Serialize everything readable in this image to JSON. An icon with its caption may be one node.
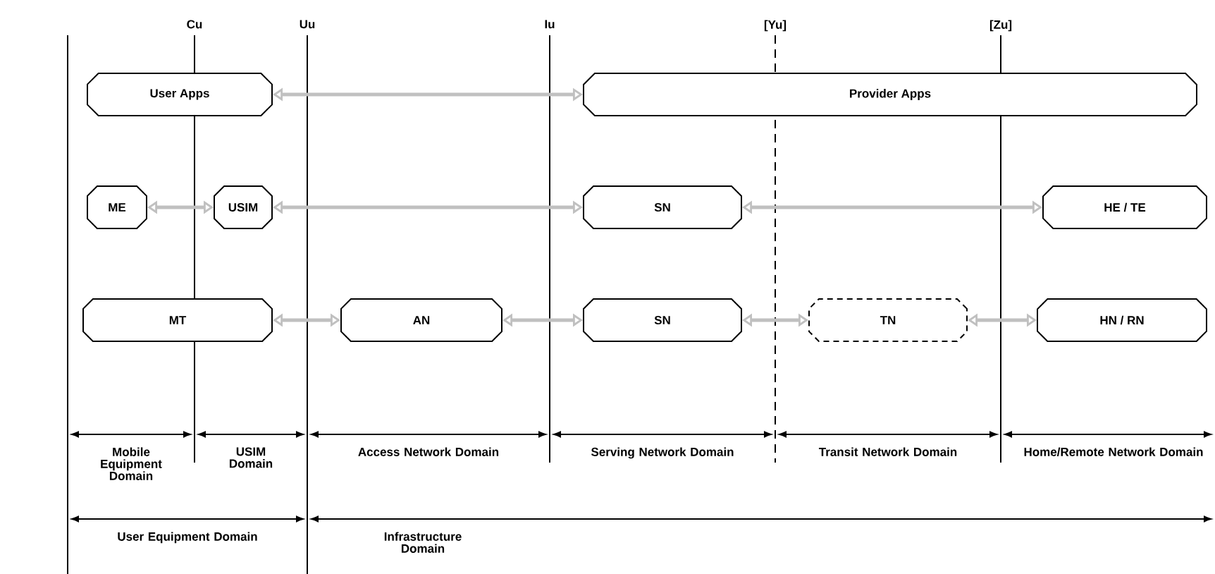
{
  "diagram": {
    "nodes": [
      {
        "text": [
          "User Apps"
        ]
      },
      {
        "text": [
          "Provider Apps"
        ]
      },
      {
        "text": [
          "ME"
        ]
      },
      {
        "text": [
          "USIM"
        ]
      },
      {
        "text": [
          "SN"
        ]
      },
      {
        "text": [
          "HE / TE"
        ]
      },
      {
        "text": [
          "MT"
        ]
      },
      {
        "text": [
          "AN"
        ]
      },
      {
        "text": [
          "SN"
        ]
      },
      {
        "text": [
          "TN"
        ]
      },
      {
        "text": [
          "HN / RN"
        ]
      }
    ],
    "edges": [
      {
        "from": 0,
        "to": 1,
        "arrow": "both"
      },
      {
        "from": 2,
        "to": 3,
        "arrow": "both"
      },
      {
        "from": 3,
        "to": 4,
        "arrow": "both"
      },
      {
        "from": 4,
        "to": 5,
        "arrow": "both"
      },
      {
        "from": 6,
        "to": 7,
        "arrow": "both"
      },
      {
        "from": 7,
        "to": 8,
        "arrow": "both"
      },
      {
        "from": 8,
        "to": 9,
        "arrow": "both"
      },
      {
        "from": 9,
        "to": 10,
        "arrow": "both"
      }
    ],
    "labels": [
      "Cu",
      "Uu",
      "Iu",
      "[Yu]",
      "[Zu]",
      "Mobile Equipment Domain",
      "USIM Domain",
      "Access Network Domain",
      "Serving Network Domain",
      "Transit Network Domain",
      "Home/Remote Network Domain",
      "User Equipment Domain",
      "Infrastructure Domain"
    ]
  }
}
